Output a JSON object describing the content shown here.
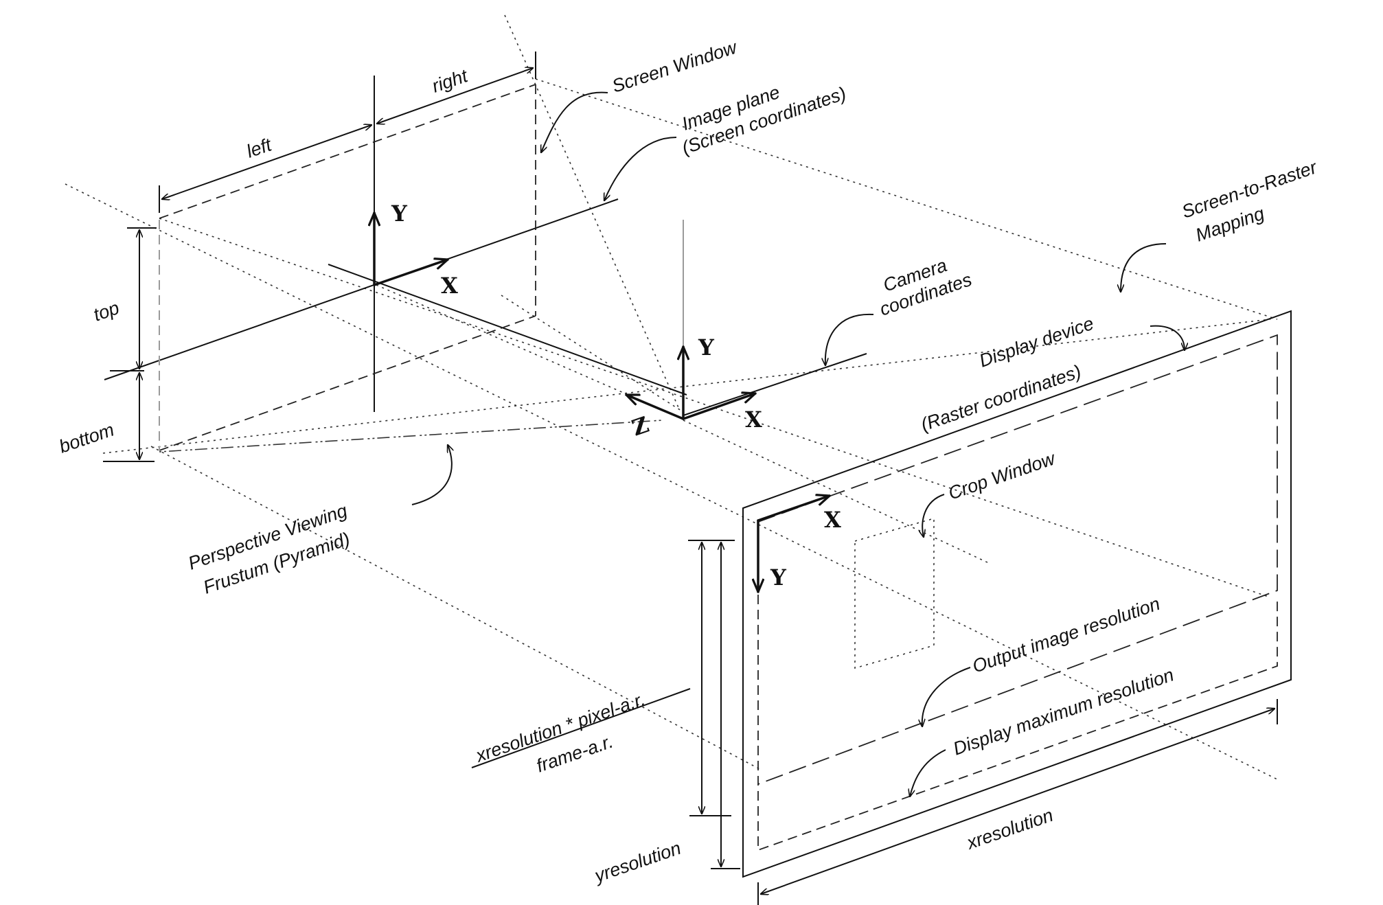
{
  "labels": {
    "screen_window": "Screen Window",
    "right": "right",
    "left": "left",
    "image_plane_line1": "Image plane",
    "image_plane_line2": "(Screen coordinates)",
    "screen_to_raster_line1": "Screen-to-Raster",
    "screen_to_raster_line2": "Mapping",
    "camera_coordinates_line1": "Camera",
    "camera_coordinates_line2": "coordinates",
    "display_device_line1": "Display device",
    "display_device_line2": "(Raster coordinates)",
    "top": "top",
    "bottom": "bottom",
    "frustum_line1": "Perspective Viewing",
    "frustum_line2": "Frustum (Pyramid)",
    "crop_window": "Crop Window",
    "output_image_resolution": "Output image resolution",
    "display_maximum_resolution": "Display maximum resolution",
    "fraction_numerator": "xresolution * pixel-a.r.",
    "fraction_denominator": "frame-a.r.",
    "yresolution": "yresolution",
    "xresolution": "xresolution"
  },
  "axes": {
    "screen_x": "X",
    "screen_y": "Y",
    "camera_x": "X",
    "camera_y": "Y",
    "camera_z": "Z",
    "raster_x": "X",
    "raster_y": "Y"
  }
}
